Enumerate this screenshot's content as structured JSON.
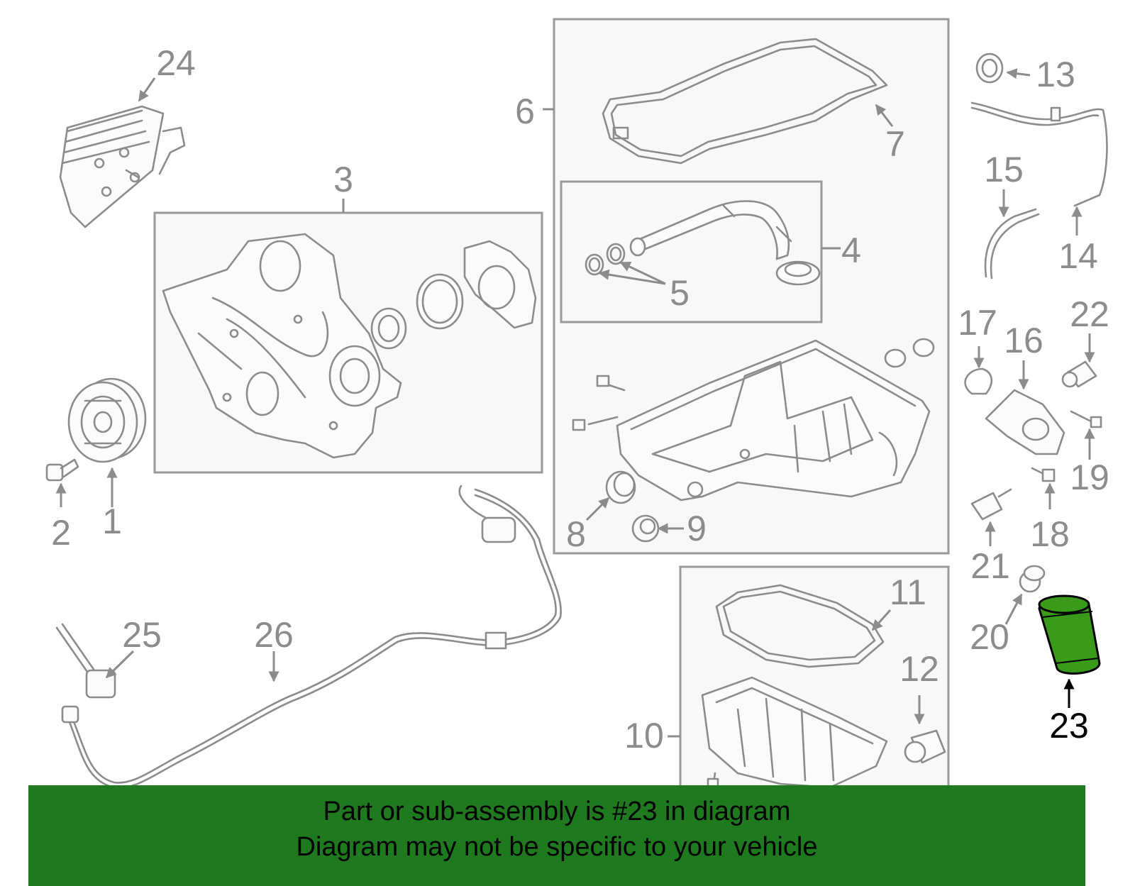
{
  "highlight_color": "#1f7a1f",
  "highlighted_part": "23",
  "callouts": {
    "c1": "1",
    "c2": "2",
    "c3": "3",
    "c4": "4",
    "c5": "5",
    "c6": "6",
    "c7": "7",
    "c8": "8",
    "c9": "9",
    "c10": "10",
    "c11": "11",
    "c12": "12",
    "c13": "13",
    "c14": "14",
    "c15": "15",
    "c16": "16",
    "c17": "17",
    "c18": "18",
    "c19": "19",
    "c20": "20",
    "c21": "21",
    "c22": "22",
    "c23": "23",
    "c24": "24",
    "c25": "25",
    "c26": "26"
  },
  "banner": {
    "line1": "Part or sub-assembly is #23 in diagram",
    "line2": "Diagram may not be specific to your vehicle"
  }
}
